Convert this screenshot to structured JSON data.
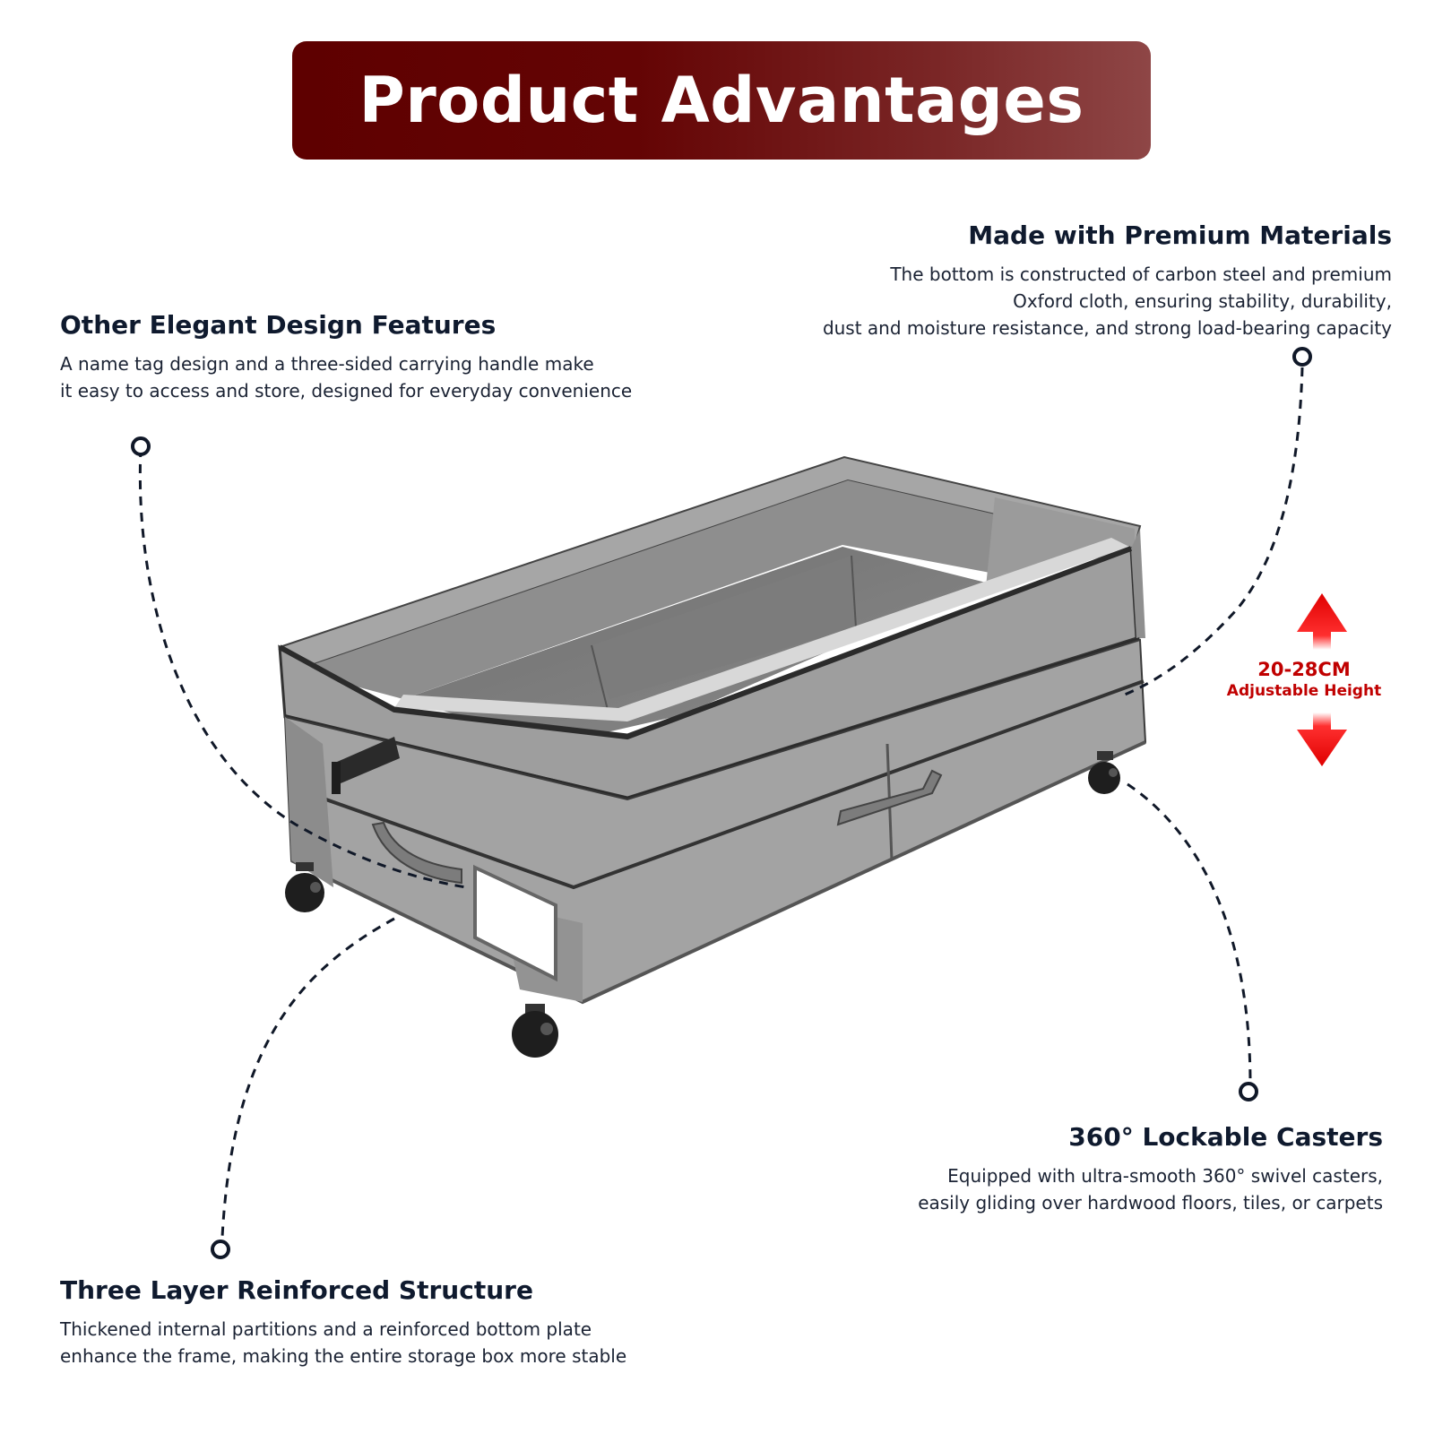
{
  "banner": {
    "title": "Product Advantages",
    "color": "#5e0000"
  },
  "features": {
    "elegant": {
      "title": "Other Elegant Design Features",
      "lines": [
        "A name tag design and a three-sided carrying handle make",
        "it easy to access and store, designed for everyday convenience"
      ]
    },
    "premium": {
      "title": "Made with Premium Materials",
      "lines": [
        "The bottom is constructed of carbon steel and premium",
        "Oxford cloth, ensuring stability, durability,",
        "dust and moisture resistance, and strong load-bearing capacity"
      ]
    },
    "casters": {
      "title": "360° Lockable Casters",
      "lines": [
        "Equipped with ultra-smooth 360° swivel casters,",
        "easily gliding over hardwood floors, tiles, or carpets"
      ]
    },
    "layer": {
      "title": "Three Layer Reinforced Structure",
      "lines": [
        "Thickened internal partitions and a reinforced bottom plate",
        "enhance the frame, making the entire storage box more stable"
      ]
    }
  },
  "height": {
    "range": "20-28CM",
    "label": "Adjustable Height",
    "color": "#e00000"
  },
  "product": {
    "name": "grey-storage-box-illustration",
    "fabric_color": "#9a9a9a"
  }
}
